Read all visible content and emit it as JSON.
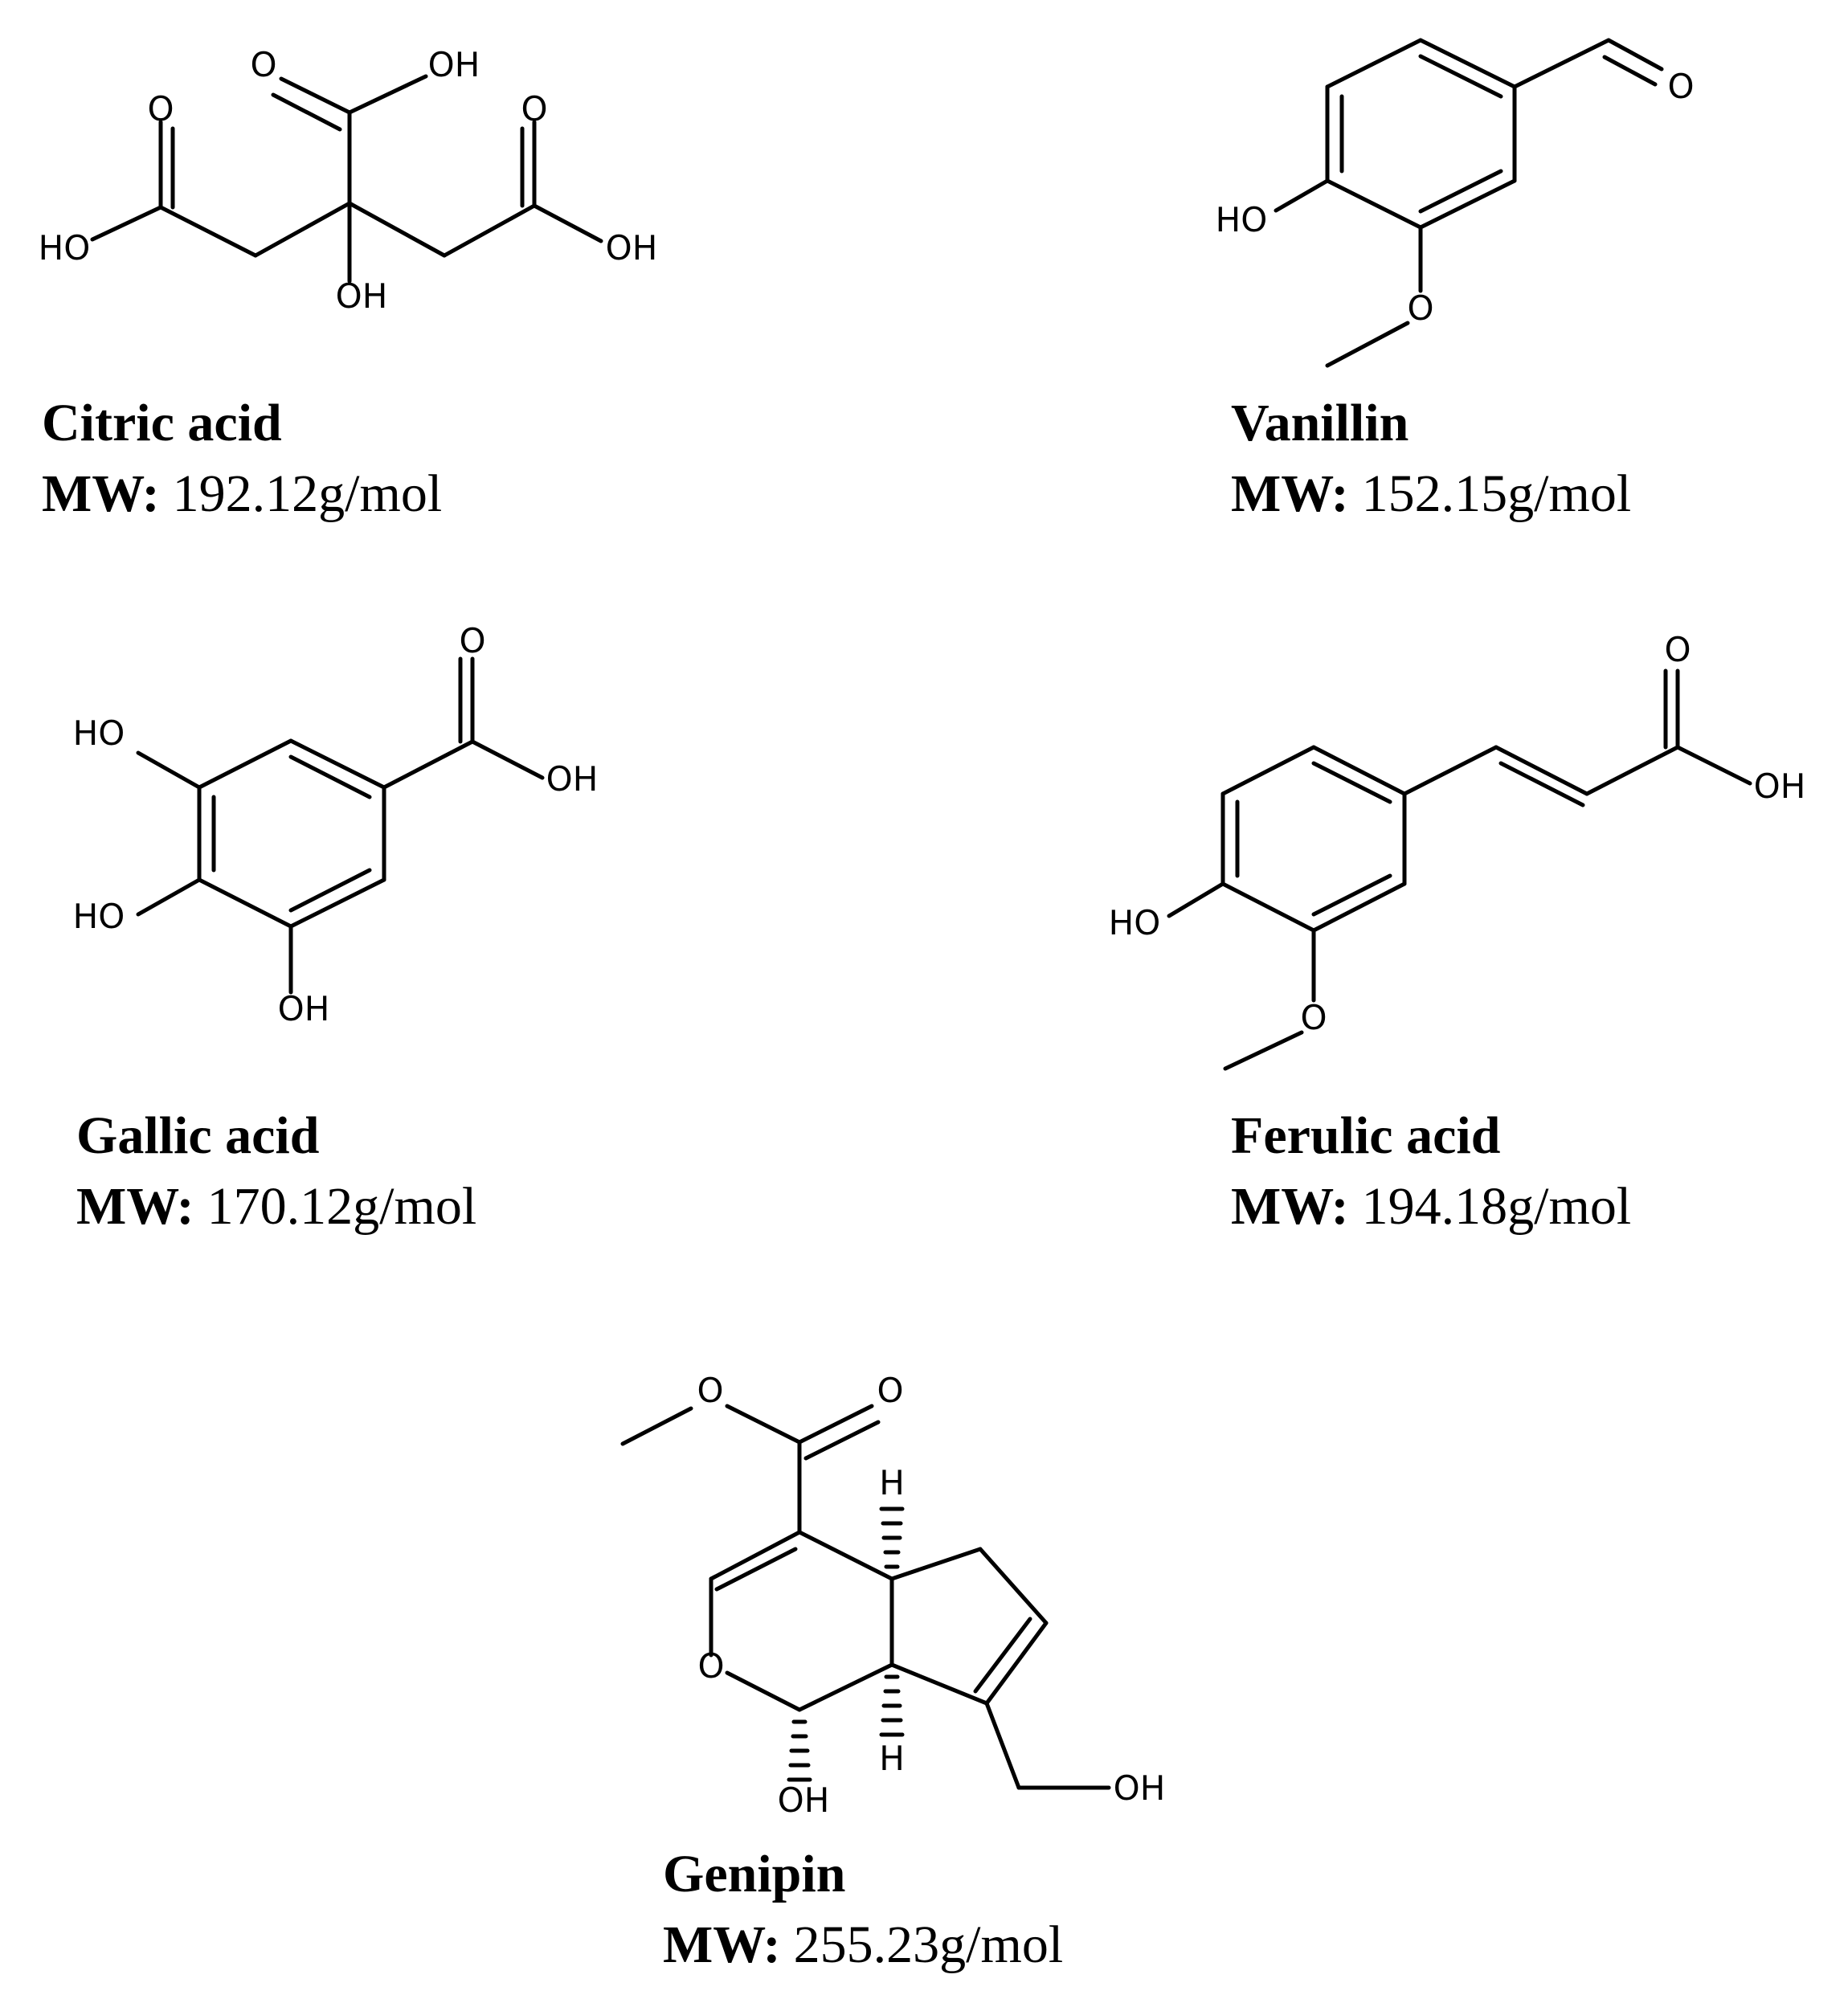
{
  "atom_labels": {
    "O": "O",
    "OH": "OH",
    "HO": "HO",
    "H": "H"
  },
  "mw_prefix": "MW:",
  "compounds": [
    {
      "name": "Citric acid",
      "mw": "192.12g/mol"
    },
    {
      "name": "Vanillin",
      "mw": "152.15g/mol"
    },
    {
      "name": "Gallic acid",
      "mw": "170.12g/mol"
    },
    {
      "name": "Ferulic acid",
      "mw": "194.18g/mol"
    },
    {
      "name": "Genipin",
      "mw": "255.23g/mol"
    }
  ]
}
